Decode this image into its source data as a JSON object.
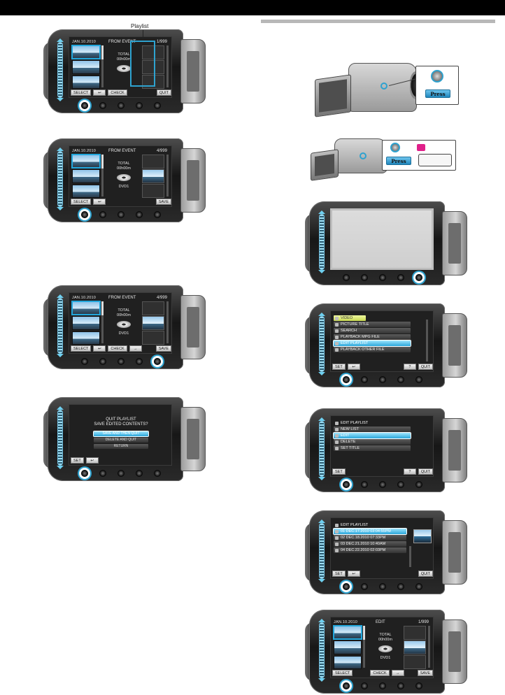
{
  "callout": {
    "label": "Playlist"
  },
  "left_column": {
    "screen1": {
      "date": "JAN.10.2010",
      "header": "FROM EVENT",
      "count": "1/999",
      "total_label": "TOTAL",
      "total_time": "00h00m",
      "buttons": [
        "SELECT",
        "↩",
        "CHECK",
        "QUIT"
      ]
    },
    "screen2": {
      "date": "JAN.10.2010",
      "header": "FROM EVENT",
      "count": "4/999",
      "total_label": "TOTAL",
      "total_time": "00h00m",
      "disc": "DVD1",
      "buttons": [
        "SELECT",
        "↩",
        "SAVE"
      ]
    },
    "screen3": {
      "date": "JAN.10.2010",
      "header": "FROM EVENT",
      "count": "4/999",
      "total_label": "TOTAL",
      "total_time": "00h00m",
      "disc": "DVD1",
      "buttons": [
        "SELECT",
        "↩",
        "CHECK",
        "→",
        "SAVE"
      ]
    },
    "screen4": {
      "question_line1": "QUIT PLAYLIST",
      "question_line2": "SAVE EDITED CONTENTS?",
      "options": [
        "SAVE AND THEN QUIT",
        "DELETE AND QUIT",
        "RETURN"
      ],
      "buttons": [
        "SET",
        "↩"
      ]
    }
  },
  "right_column": {
    "press_label_1": "Press",
    "press_label_2": "Press",
    "menu1": {
      "tab": "VIDEO",
      "items": [
        "PICTURE TITLE",
        "SEARCH",
        "PLAYBACK MPG FILE",
        "EDIT PLAYLIST",
        "PLAYBACK OTHER FILE"
      ],
      "highlight_index": 3,
      "buttons": [
        "SET",
        "↩",
        "?",
        "QUIT"
      ]
    },
    "menu2": {
      "title": "EDIT PLAYLIST",
      "items": [
        "NEW LIST",
        "EDIT",
        "DELETE",
        "SET TITLE"
      ],
      "highlight_index": 1,
      "buttons": [
        "SET",
        "?",
        "QUIT"
      ]
    },
    "menu3": {
      "title": "EDIT PLAYLIST",
      "items": [
        "01 DEC.17.2010 03:04:55PM",
        "02 DEC.18.2010 07:33PM",
        "03 DEC.21.2010 10:40AM",
        "04 DEC.22.2010 02:03PM"
      ],
      "highlight_index": 0,
      "buttons": [
        "SET",
        "↩",
        "QUIT"
      ]
    },
    "screen_edit": {
      "date": "JAN.10.2010",
      "header": "EDIT",
      "count": "1/999",
      "total_label": "TOTAL",
      "total_time": "00h00m",
      "disc": "DVD1",
      "buttons": [
        "SELECT",
        "CHECK",
        "→",
        "SAVE"
      ]
    }
  }
}
